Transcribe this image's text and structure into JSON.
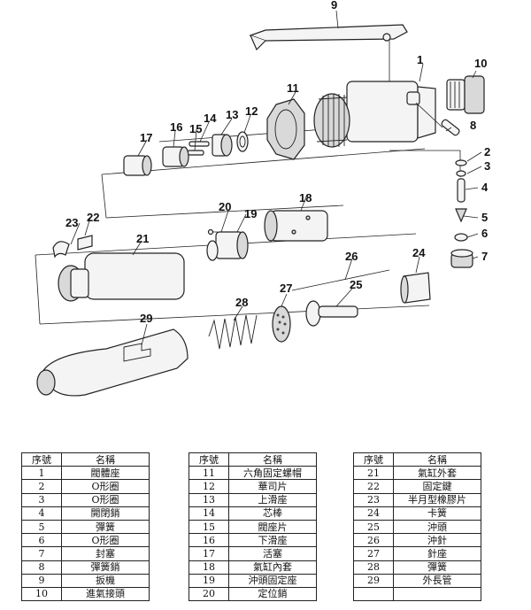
{
  "callouts": [
    "1",
    "2",
    "3",
    "4",
    "5",
    "6",
    "7",
    "8",
    "9",
    "10",
    "11",
    "12",
    "13",
    "14",
    "15",
    "16",
    "17",
    "18",
    "19",
    "20",
    "21",
    "22",
    "23",
    "24",
    "25",
    "26",
    "27",
    "28",
    "29"
  ],
  "table": {
    "header_no": "序號",
    "header_name": "名稱",
    "columns": [
      [
        {
          "no": "1",
          "name": "閥體座"
        },
        {
          "no": "2",
          "name": "O形圈"
        },
        {
          "no": "3",
          "name": "O形圈"
        },
        {
          "no": "4",
          "name": "開閉銷"
        },
        {
          "no": "5",
          "name": "彈簧"
        },
        {
          "no": "6",
          "name": "O形圈"
        },
        {
          "no": "7",
          "name": "封塞"
        },
        {
          "no": "8",
          "name": "彈簧銷"
        },
        {
          "no": "9",
          "name": "扳機"
        },
        {
          "no": "10",
          "name": "進氣接頭"
        }
      ],
      [
        {
          "no": "11",
          "name": "六角固定螺帽"
        },
        {
          "no": "12",
          "name": "華司片"
        },
        {
          "no": "13",
          "name": "上滑座"
        },
        {
          "no": "14",
          "name": "芯棒"
        },
        {
          "no": "15",
          "name": "閥座片"
        },
        {
          "no": "16",
          "name": "下滑座"
        },
        {
          "no": "17",
          "name": "活塞"
        },
        {
          "no": "18",
          "name": "氣缸內套"
        },
        {
          "no": "19",
          "name": "沖頭固定座"
        },
        {
          "no": "20",
          "name": "定位銷"
        }
      ],
      [
        {
          "no": "21",
          "name": "氣缸外套"
        },
        {
          "no": "22",
          "name": "固定鍵"
        },
        {
          "no": "23",
          "name": "半月型橡膠片"
        },
        {
          "no": "24",
          "name": "卡簧"
        },
        {
          "no": "25",
          "name": "沖頭"
        },
        {
          "no": "26",
          "name": "沖針"
        },
        {
          "no": "27",
          "name": "針座"
        },
        {
          "no": "28",
          "name": "彈簧"
        },
        {
          "no": "29",
          "name": "外長管"
        },
        {
          "no": "",
          "name": ""
        }
      ]
    ]
  }
}
